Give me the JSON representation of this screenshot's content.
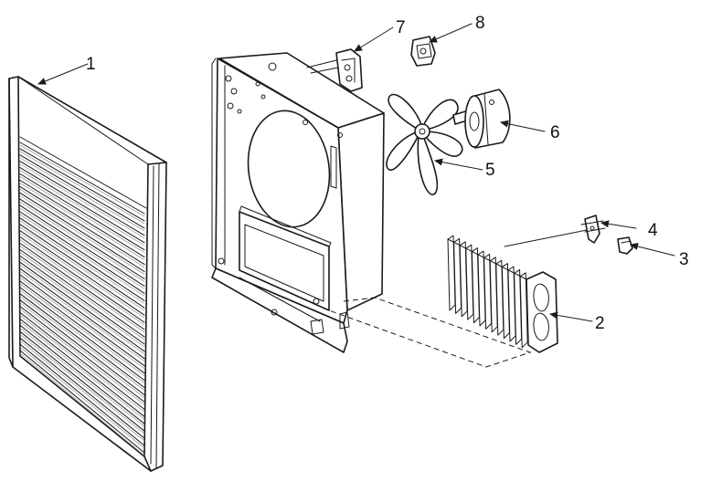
{
  "diagram": {
    "callouts": [
      {
        "part": "grille",
        "number": "1"
      },
      {
        "part": "heating-element",
        "number": "2"
      },
      {
        "part": "clip-small",
        "number": "3"
      },
      {
        "part": "clip-bracket",
        "number": "4"
      },
      {
        "part": "fan-blade",
        "number": "5"
      },
      {
        "part": "motor",
        "number": "6"
      },
      {
        "part": "thermostat-switch",
        "number": "7"
      },
      {
        "part": "thermal-limit",
        "number": "8"
      }
    ]
  }
}
